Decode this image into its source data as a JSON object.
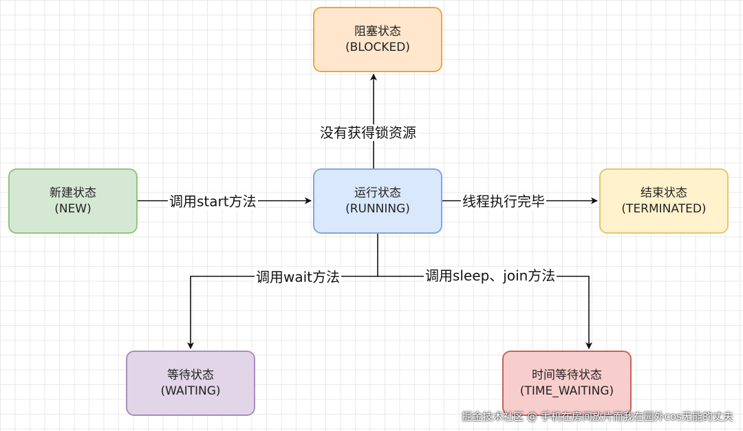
{
  "nodes": {
    "blocked": {
      "title": "阻塞状态",
      "subtitle": "(BLOCKED)"
    },
    "new": {
      "title": "新建状态",
      "subtitle": "(NEW)"
    },
    "running": {
      "title": "运行状态",
      "subtitle": "(RUNNING)"
    },
    "terminated": {
      "title": "结束状态",
      "subtitle": "(TERMINATED)"
    },
    "waiting": {
      "title": "等待状态",
      "subtitle": "(WAITING)"
    },
    "time_waiting": {
      "title": "时间等待状态",
      "subtitle": "(TIME_WAITING)"
    }
  },
  "edges": {
    "to_blocked": "没有获得锁资源",
    "start": "调用start方法",
    "finish": "线程执行完毕",
    "wait": "调用wait方法",
    "sleep_join": "调用sleep、join方法"
  },
  "watermark": "掘金技术社区 @ 手机在房间放片而我在园外cos无能的丈夫"
}
